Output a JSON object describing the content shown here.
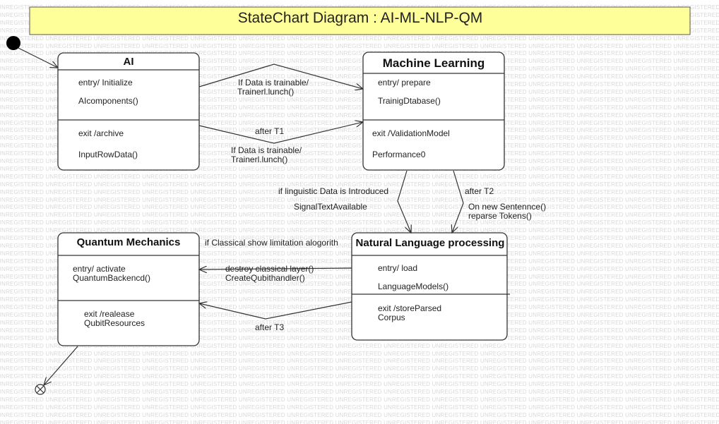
{
  "title": "StateChart Diagram : AI-ML-NLP-QM",
  "watermark": "UNREGISTERED",
  "states": {
    "ai": {
      "name": "AI",
      "entry": "entry/ Initialize",
      "entry2": "AIcomponents()",
      "exit": "exit /archive",
      "exit2": "InputRowData()"
    },
    "ml": {
      "name": "Machine Learning",
      "entry": "entry/ prepare",
      "entry2": "TrainigDtabase()",
      "exit": "exit /ValidationModel",
      "exit2": "Performance0"
    },
    "qm": {
      "name": "Quantum Mechanics",
      "entry": "entry/ activate",
      "entry2": "QuantumBackencd()",
      "exit": "exit /realease",
      "exit2": "QubitResources"
    },
    "nlp": {
      "name": "Natural Language processing",
      "entry": "entry/ load",
      "entry2": "LanguageModels()",
      "exit": "exit /storeParsed",
      "exit2": "Corpus"
    }
  },
  "transitions": {
    "ai_ml_top_1": "If Data is trainable/",
    "ai_ml_top_2": "Trainerl.lunch()",
    "ai_ml_after": "after T1",
    "ai_ml_bottom_1": "If Data is trainable/",
    "ai_ml_bottom_2": "Trainerl.lunch()",
    "ml_nlp_left_1": "if linguistic Data is Introduced",
    "ml_nlp_left_2": "SignalTextAvailable",
    "ml_nlp_right_1": "after T2",
    "ml_nlp_right_2": "On new Sentennce()",
    "ml_nlp_right_3": "reparse Tokens()",
    "nlp_qm_top_1": "if Classical  show limitation alogorith",
    "nlp_qm_top_2": "destroy classical layer()",
    "nlp_qm_top_3": "CreateQubithandler()",
    "nlp_qm_after": "after T3"
  }
}
